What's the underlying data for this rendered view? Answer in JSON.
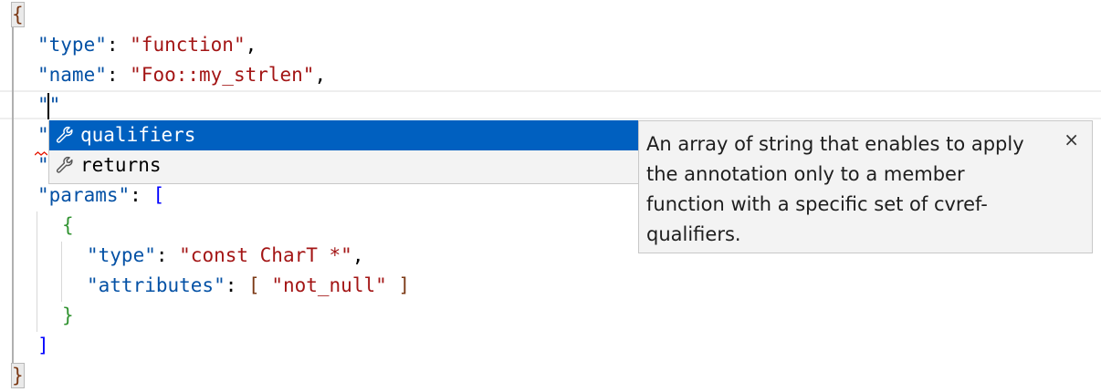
{
  "editor": {
    "language": "json",
    "cursor": {
      "line": 4,
      "column": 2
    },
    "lines": [
      {
        "indent": 0,
        "tokens": [
          {
            "t": "{",
            "c": "br1",
            "hl": true
          }
        ]
      },
      {
        "indent": 1,
        "tokens": [
          {
            "t": "\"type\"",
            "c": "k"
          },
          {
            "t": ": ",
            "c": "p"
          },
          {
            "t": "\"function\"",
            "c": "s"
          },
          {
            "t": ",",
            "c": "p"
          }
        ]
      },
      {
        "indent": 1,
        "tokens": [
          {
            "t": "\"name\"",
            "c": "k"
          },
          {
            "t": ": ",
            "c": "p"
          },
          {
            "t": "\"Foo::my_strlen\"",
            "c": "s"
          },
          {
            "t": ",",
            "c": "p"
          }
        ]
      },
      {
        "indent": 1,
        "tokens": [
          {
            "t": "\"\"",
            "c": "k"
          }
        ]
      },
      {
        "indent": 1,
        "tokens": [
          {
            "t": "\"",
            "c": "k"
          }
        ]
      },
      {
        "indent": 1,
        "tokens": [
          {
            "t": "\"",
            "c": "k"
          }
        ]
      },
      {
        "indent": 1,
        "tokens": [
          {
            "t": "\"params\"",
            "c": "k"
          },
          {
            "t": ": ",
            "c": "p"
          },
          {
            "t": "[",
            "c": "br2"
          }
        ]
      },
      {
        "indent": 2,
        "tokens": [
          {
            "t": "{",
            "c": "br3"
          }
        ]
      },
      {
        "indent": 3,
        "tokens": [
          {
            "t": "\"type\"",
            "c": "k"
          },
          {
            "t": ": ",
            "c": "p"
          },
          {
            "t": "\"const CharT *\"",
            "c": "s"
          },
          {
            "t": ",",
            "c": "p"
          }
        ]
      },
      {
        "indent": 3,
        "tokens": [
          {
            "t": "\"attributes\"",
            "c": "k"
          },
          {
            "t": ": ",
            "c": "p"
          },
          {
            "t": "[ ",
            "c": "br1"
          },
          {
            "t": "\"not_null\"",
            "c": "s"
          },
          {
            "t": " ]",
            "c": "br1"
          }
        ]
      },
      {
        "indent": 2,
        "tokens": [
          {
            "t": "}",
            "c": "br3"
          }
        ]
      },
      {
        "indent": 1,
        "tokens": [
          {
            "t": "]",
            "c": "br2"
          }
        ]
      },
      {
        "indent": 0,
        "tokens": [
          {
            "t": "}",
            "c": "br1",
            "hl": true
          }
        ]
      }
    ]
  },
  "suggest": {
    "items": [
      {
        "label": "qualifiers",
        "icon": "wrench-icon",
        "selected": true
      },
      {
        "label": "returns",
        "icon": "wrench-icon",
        "selected": false
      }
    ]
  },
  "details": {
    "text": "An array of string that enables to apply the annotation only to a member function with a specific set of cvref-qualifiers.",
    "lines": [
      "An array of string that enables to apply",
      "the annotation only to a member",
      "function with a specific set of cvref-",
      "qualifiers."
    ],
    "close_glyph": "×"
  },
  "colors": {
    "key": "#0451a5",
    "string": "#a31515",
    "selection": "#0060c0",
    "widget_bg": "#f3f3f3"
  }
}
